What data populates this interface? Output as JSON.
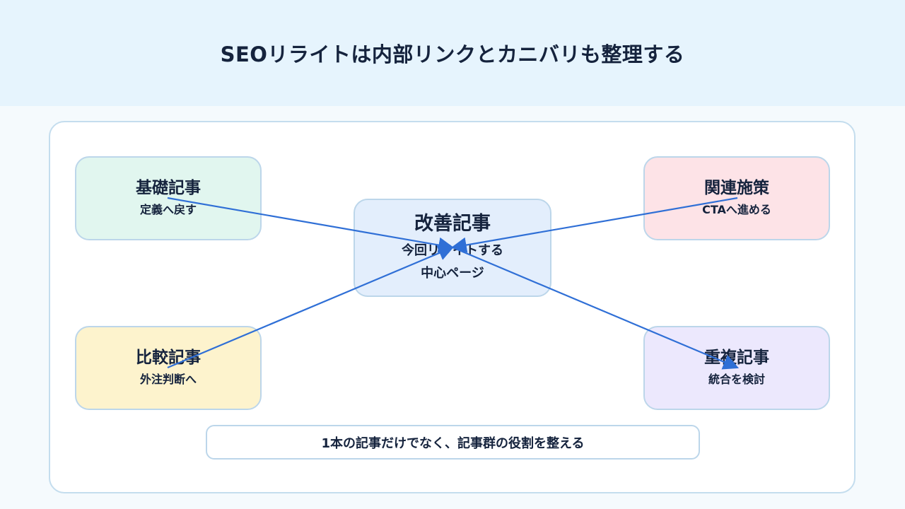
{
  "title": "SEOリライトは内部リンクとカニバリも整理する",
  "nodes": {
    "basic": {
      "title": "基礎記事",
      "subtitle": "定義へ戻す"
    },
    "related": {
      "title": "関連施策",
      "subtitle": "CTAへ進める"
    },
    "main": {
      "title": "改善記事",
      "line1": "今回リライトする",
      "line2": "中心ページ"
    },
    "compare": {
      "title": "比較記事",
      "subtitle": "外注判断へ"
    },
    "duplicate": {
      "title": "重複記事",
      "subtitle": "統合を検討"
    }
  },
  "footer": "1本の記事だけでなく、記事群の役割を整える",
  "colors": {
    "arrow": "#2f6fd6",
    "basic": "#e1f6ef",
    "related": "#fde3e7",
    "compare": "#fdf3cd",
    "duplicate": "#ece8fd",
    "main": "#e3eefc"
  }
}
